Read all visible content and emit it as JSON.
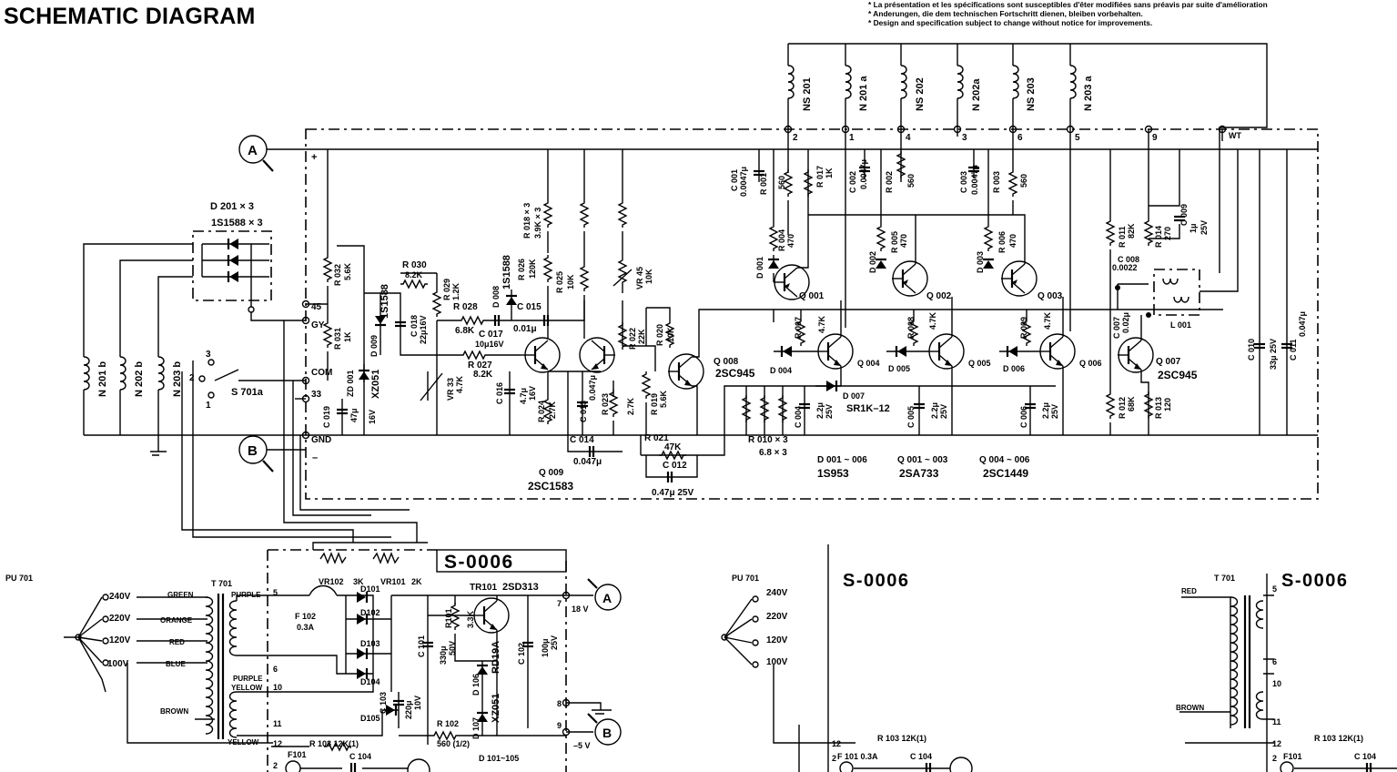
{
  "title": "SCHEMATIC DIAGRAM",
  "notes": [
    "* La présentation et les spécifications sont susceptibles d'êter modifiées sans préavis par suite d'amélioration",
    "* Anderungen, die dem technischen Fortschritt dienen, bleiben vorbehalten.",
    "* Design and specification subject to change without notice for improvements."
  ],
  "connectors": {
    "a": "A",
    "b": "B"
  },
  "coils_top": [
    "NS 201",
    "N 201 a",
    "NS 202",
    "N 202a",
    "NS 203",
    "N 203 a"
  ],
  "coils_left": [
    "N 201 b",
    "N 202 b",
    "N 203 b"
  ],
  "pin_labels": {
    "p2": "2",
    "p1": "1",
    "p4": "4",
    "p3": "3",
    "p6": "6",
    "p5": "5",
    "p9": "9",
    "wt": "WT",
    "p45": "45",
    "gy": "GY",
    "com": "COM",
    "p33": "33",
    "gnd": "GND",
    "plus": "+",
    "minus": "–"
  },
  "diodes_d201": {
    "ref": "D 201 × 3",
    "type": "1S1588 × 3"
  },
  "switch": {
    "ref": "S 701a",
    "pos1": "1",
    "pos2": "2",
    "pos3": "3"
  },
  "components_upper": {
    "r032": "R 032",
    "r032v": "5.6K",
    "r031": "R 031",
    "r031v": "1K",
    "c019": "C 019",
    "c019v": "47μ",
    "zd001": "ZD 001",
    "zd001v": "XZ051",
    "zd16": "16V",
    "d009": "D 009",
    "d009v": "1S1588",
    "r030": "R 030",
    "r030v": "8.2K",
    "c018": "C 018",
    "c018v": "22μ16V",
    "r029": "R 029",
    "r029v": "1.2K",
    "r028": "R 028",
    "r028v": "6.8K",
    "d008": "D 008",
    "d008v": "1S1588",
    "c017": "C 017",
    "c017v": "10μ16V",
    "r027": "R 027",
    "r027v": "8.2K",
    "vr33": "VR 33",
    "vr33v": "4.7K",
    "r018": "R 018 × 3",
    "r018v": "3.9K × 3",
    "r026": "R 026",
    "r026v": "120K",
    "r025": "R 025",
    "r025v": "10K",
    "c015": "C 015",
    "c015v": "0.01μ",
    "vr45": "VR 45",
    "vr45v": "10K",
    "c016": "C 016",
    "c016v": "4.7μ",
    "c016v2": "16V",
    "r024": "R 024",
    "r024v": "2.7K",
    "c013": "C 013",
    "c013v": "0.047μ",
    "r023": "R 023",
    "r023v": "2.7K",
    "r022": "R 022",
    "r022v": "22K",
    "r020": "R 020",
    "r020v": "10K",
    "r019": "R 019",
    "r019v": "5.6K",
    "c014": "C 014",
    "c014v": "0.047μ",
    "q009": "Q 009",
    "q009v": "2SC1583",
    "r021": "R 021",
    "r021v": "47K",
    "c012": "C 012",
    "c012v": "0.47μ 25V",
    "q008": "Q 008",
    "q008v": "2SC945",
    "r010": "R 010 × 3",
    "r010v": "6.8 × 3"
  },
  "components_drive": {
    "c001": "C 001",
    "c001v": "0.0047μ",
    "r001": "R 001",
    "r001v": "560",
    "r017": "R 017",
    "r017v": "1K",
    "r004": "R 004",
    "r004v": "470",
    "d001": "D 001",
    "q001": "Q 001",
    "c002": "C 002",
    "c002v": "0.0047μ",
    "r002": "R 002",
    "r002v": "560",
    "r005": "R 005",
    "r005v": "470",
    "d002": "D 002",
    "q002": "Q 002",
    "c003": "C 003",
    "c003v": "0.0047μ",
    "r003": "R 003",
    "r003v": "560",
    "r006": "R 006",
    "r006v": "470",
    "d003": "D 003",
    "q003": "Q 003",
    "r007": "R 007",
    "r007v": "4.7K",
    "r008": "R 008",
    "r008v": "4.7K",
    "r009": "R 009",
    "r009v": "4.7K",
    "d004": "D 004",
    "q004": "Q 004",
    "d005": "D 005",
    "q005": "Q 005",
    "d006": "D 006",
    "q006": "Q 006",
    "d007": "D 007",
    "d007v": "SR1K–12",
    "c004": "C 004",
    "c004v": "2.2μ",
    "c004v2": "25V",
    "c005": "C 005",
    "c005v": "2.2μ",
    "c005v2": "25V",
    "c006": "C 006",
    "c006v": "2.2μ",
    "c006v2": "25V",
    "r011": "R 011",
    "r011v": "82K",
    "r014": "R 014",
    "r014v": "270",
    "c009": "C 009",
    "c009v": "1μ",
    "c009v2": "25V",
    "c008": "C 008",
    "c008v": "0.0022",
    "c007": "C 007",
    "c007v": "0.02μ",
    "l001": "L 001",
    "q007": "Q 007",
    "q007v": "2SC945",
    "r012": "R 012",
    "r012v": "68K",
    "r013": "R 013",
    "r013v": "120",
    "c010": "C 010",
    "c010v": "33μ 25V",
    "c011": "C 011",
    "c011v": "0.047μ"
  },
  "legend": {
    "d_range": "D 001 ~ 006",
    "d_type": "1S953",
    "q1_range": "Q 001 ~ 003",
    "q1_type": "2SA733",
    "q2_range": "Q 004 ~ 006",
    "q2_type": "2SC1449"
  },
  "power": {
    "board": "S-0006",
    "pu": "PU 701",
    "t701": "T 701",
    "v240": "240V",
    "v220": "220V",
    "v120": "120V",
    "v100": "100V",
    "green": "GREEN",
    "orange": "ORANGE",
    "red": "RED",
    "blue": "BLUE",
    "brown": "BROWN",
    "purple": "PURPLE",
    "purple_yellow": "PURPLE\nYELLOW",
    "yellow": "YELLOW",
    "pin5": "5",
    "pin6": "6",
    "pin10": "10",
    "pin11": "11",
    "pin12": "12",
    "pin7": "7",
    "pin8": "8",
    "pin9": "9",
    "pin2": "2",
    "vr102": "VR102",
    "vr102v": "3K",
    "vr101": "VR101",
    "vr101v": "2K",
    "f102": "F 102",
    "f102v": "0.3A",
    "d101": "D101",
    "d102": "D102",
    "d103": "D103",
    "d104": "D104",
    "d105": "D105",
    "tr101": "TR101",
    "tr101v": "2SD313",
    "r101": "R101",
    "r101v": "3.3K",
    "c101": "C 101",
    "c101v": "330μ",
    "c101v2": "50V",
    "d106": "D 106",
    "d106v": "RD19A",
    "c102": "C 102",
    "c102v": "100μ",
    "c102v2": "25V",
    "c103": "C 103",
    "c103v": "220μ",
    "c103v2": "10V",
    "d107": "D 107",
    "d107v": "XZ051",
    "r102": "R 102",
    "r102v": "560 (1/2)",
    "r103": "R 103 12K(1)",
    "f101": "F101",
    "c104": "C 104",
    "d101_105": "D 101~105",
    "v18": "18 V",
    "v5": "–5 V"
  },
  "power_variant_a": {
    "board": "S-0006",
    "pu": "PU 701",
    "v240": "240V",
    "v220": "220V",
    "v120": "120V",
    "v100": "100V",
    "pin12": "12",
    "pin2": "2",
    "r103": "R 103 12K(1)",
    "f101": "F 101 0.3A",
    "c104": "C 104"
  },
  "power_variant_b": {
    "board": "S-0006",
    "t701": "T 701",
    "red": "RED",
    "brown": "BROWN",
    "pin5": "5",
    "pin6": "6",
    "pin10": "10",
    "pin11": "11",
    "pin12": "12",
    "pin2": "2",
    "r103": "R 103 12K(1)",
    "f101": "F101",
    "c104": "C 104"
  }
}
